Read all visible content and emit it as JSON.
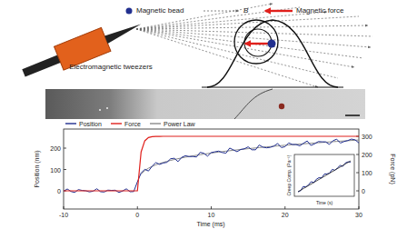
{
  "diagram": {
    "labels": [
      "Electromagnetic tweezers",
      "-10",
      "0",
      "10",
      "20",
      "30",
      "Time (ms)",
      "0",
      "100",
      "200",
      "Position (nm)",
      "0",
      "100",
      "200",
      "300",
      "Force (pN)",
      "Creep Comp. (Pa⁻¹)",
      "Time (s)"
    ],
    "legend": [
      {
        "text": "Magnetic bead"
      },
      {
        "text": "B"
      },
      {
        "text": "Magnetic force"
      },
      {
        "text": "Position"
      },
      {
        "text": "Force"
      },
      {
        "text": "Power Law"
      }
    ]
  }
}
